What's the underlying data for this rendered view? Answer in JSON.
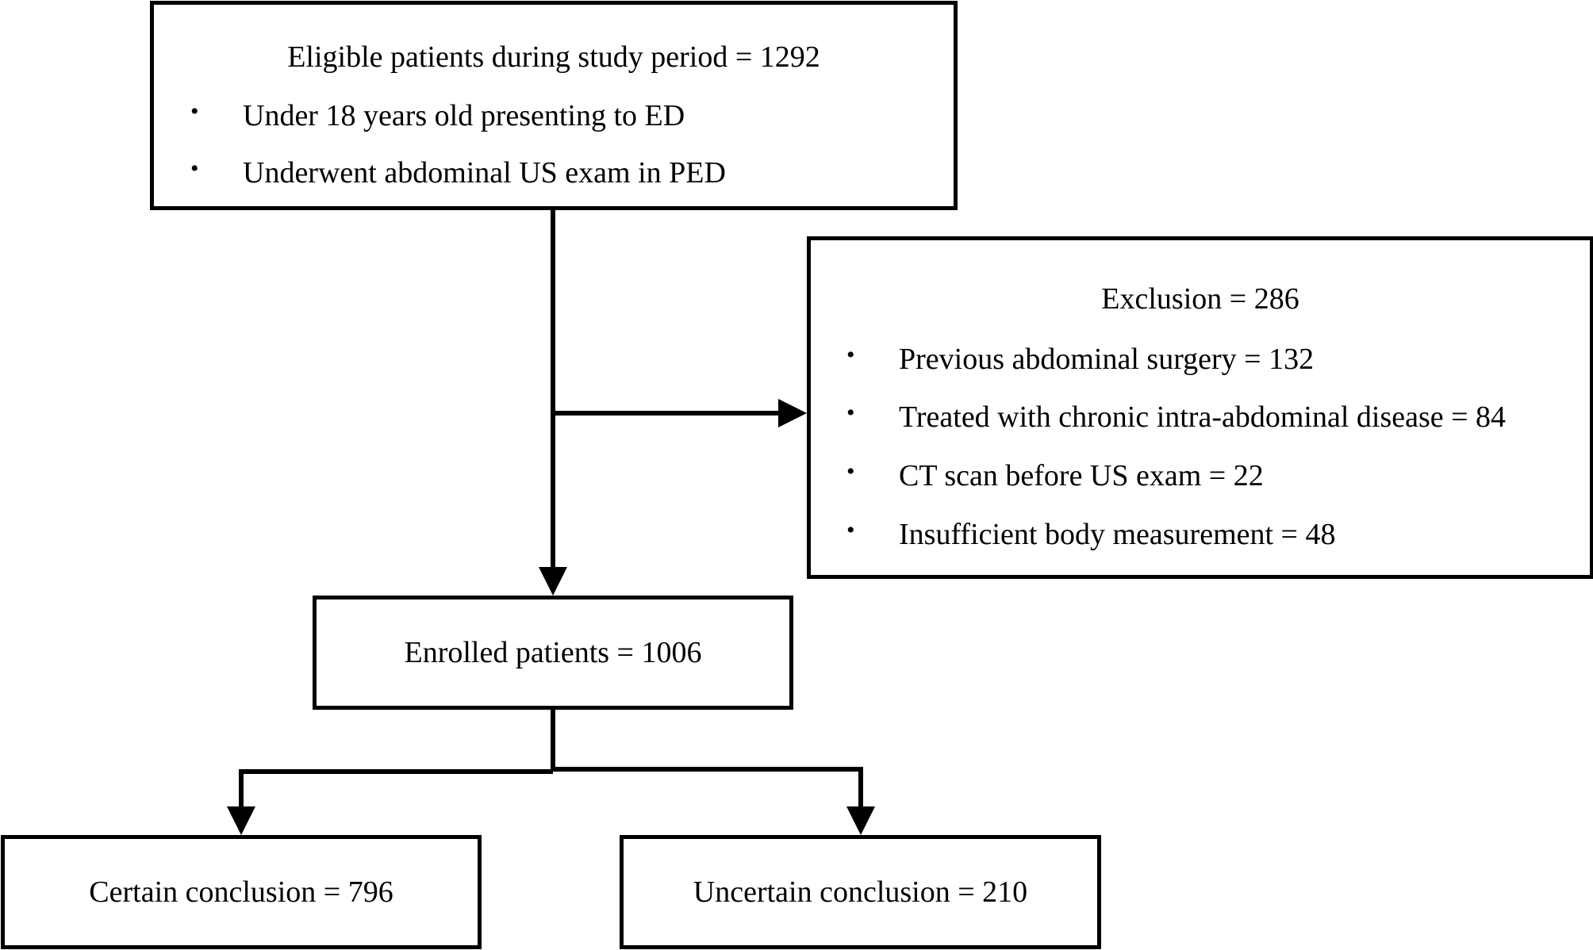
{
  "eligible": {
    "title": "Eligible patients during study period = 1292",
    "bullet": "•",
    "items": [
      "Under 18 years old presenting to ED",
      "Underwent abdominal US exam in PED"
    ]
  },
  "exclusion": {
    "title": "Exclusion = 286",
    "bullet": "•",
    "items": [
      "Previous abdominal surgery = 132",
      "Treated with chronic intra-abdominal disease = 84",
      "CT scan before US exam = 22",
      "Insufficient body measurement = 48"
    ]
  },
  "enrolled": {
    "label": "Enrolled patients = 1006"
  },
  "outcomes": {
    "certain": "Certain conclusion = 796",
    "uncertain": "Uncertain conclusion = 210"
  },
  "colors": {
    "line": "#000000",
    "background": "#ffffff"
  }
}
